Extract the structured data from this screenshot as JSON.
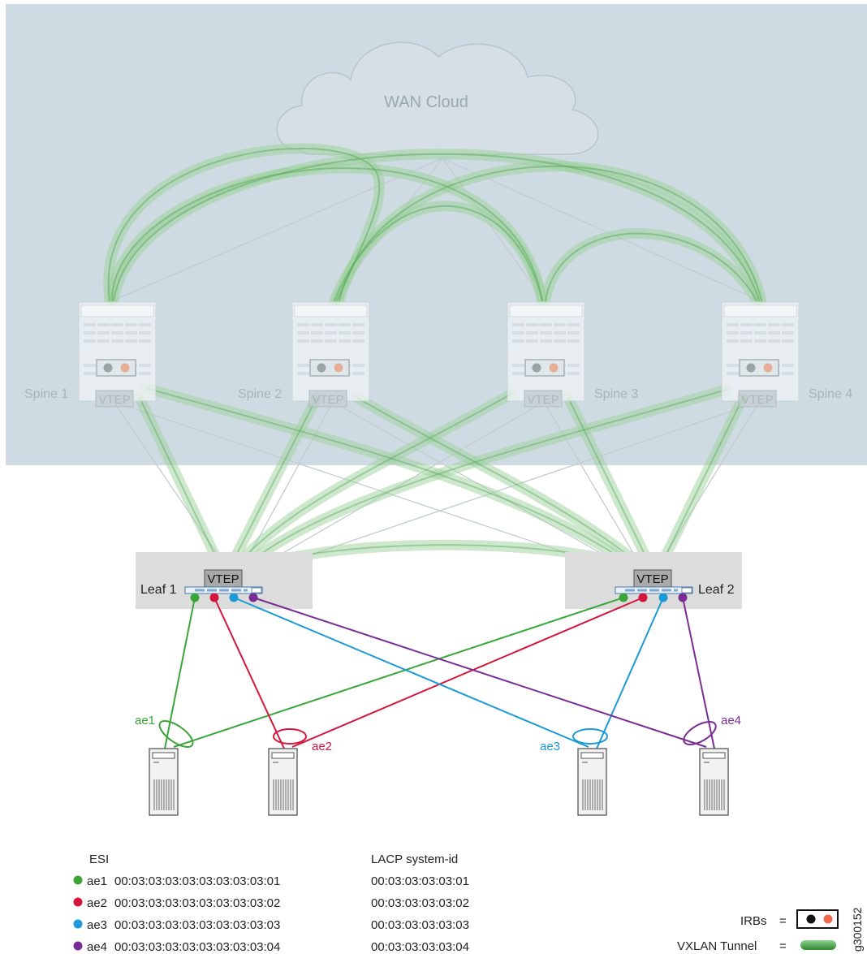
{
  "title": "",
  "cloud": {
    "label": "WAN Cloud"
  },
  "spines": [
    {
      "label": "Spine 1",
      "vtep": "VTEP"
    },
    {
      "label": "Spine 2",
      "vtep": "VTEP"
    },
    {
      "label": "Spine 3",
      "vtep": "VTEP"
    },
    {
      "label": "Spine 4",
      "vtep": "VTEP"
    }
  ],
  "leaves": [
    {
      "label": "Leaf 1",
      "vtep": "VTEP"
    },
    {
      "label": "Leaf 2",
      "vtep": "VTEP"
    }
  ],
  "bundles": [
    {
      "name": "ae1",
      "color": "#3aa63a"
    },
    {
      "name": "ae2",
      "color": "#d4163c"
    },
    {
      "name": "ae3",
      "color": "#1a9ad6"
    },
    {
      "name": "ae4",
      "color": "#7a2c95"
    }
  ],
  "legend": {
    "esi_header": "ESI",
    "lacp_header": "LACP system-id",
    "rows": [
      {
        "ae": "ae1",
        "esi": "00:03:03:03:03:03:03:03:03:01",
        "lacp": "00:03:03:03:03:01",
        "color": "#3aa63a"
      },
      {
        "ae": "ae2",
        "esi": "00:03:03:03:03:03:03:03:03:02",
        "lacp": "00:03:03:03:03:02",
        "color": "#d4163c"
      },
      {
        "ae": "ae3",
        "esi": "00:03:03:03:03:03:03:03:03:03",
        "lacp": "00:03:03:03:03:03",
        "color": "#1a9ad6"
      },
      {
        "ae": "ae4",
        "esi": "00:03:03:03:03:03:03:03:03:04",
        "lacp": "00:03:03:03:03:04",
        "color": "#7a2c95"
      }
    ]
  },
  "key": {
    "irbs": "IRBs",
    "irbs_eq": "=",
    "vxlan": "VXLAN Tunnel",
    "vxlan_eq": "="
  },
  "figure_id": "g300152",
  "colors": {
    "background_region": "#cfdbe2",
    "tunnel": "#8fcc8f",
    "leaf_box": "#dcdcdc",
    "vtep_box": "#a9a9a9"
  }
}
